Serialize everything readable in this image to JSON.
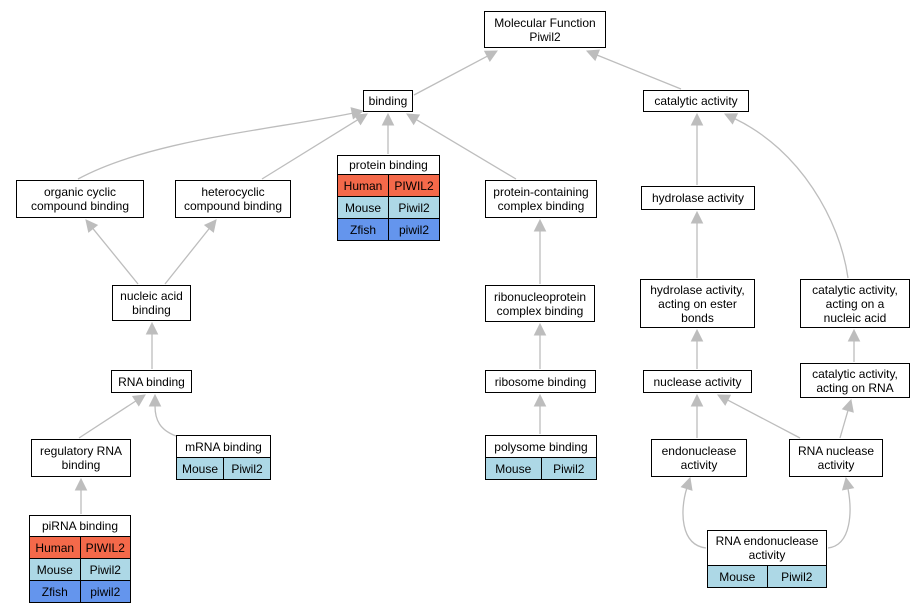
{
  "colors": {
    "edge": "#bdbdbd",
    "human": "#f4694a",
    "mouse": "#add8e6",
    "zfish": "#6495ed"
  },
  "nodes": {
    "root": {
      "lines": [
        "Molecular Function",
        "Piwil2"
      ]
    },
    "binding": {
      "lines": [
        "binding"
      ]
    },
    "catalytic": {
      "lines": [
        "catalytic activity"
      ]
    },
    "organic_cyclic": {
      "lines": [
        "organic cyclic",
        "compound binding"
      ]
    },
    "heterocyclic": {
      "lines": [
        "heterocyclic",
        "compound binding"
      ]
    },
    "protein_binding": {
      "lines": [
        "protein binding"
      ],
      "rows": [
        {
          "species": "Human",
          "gene": "PIWIL2",
          "color": "#f4694a"
        },
        {
          "species": "Mouse",
          "gene": "Piwil2",
          "color": "#add8e6"
        },
        {
          "species": "Zfish",
          "gene": "piwil2",
          "color": "#6495ed"
        }
      ]
    },
    "protein_complex": {
      "lines": [
        "protein-containing",
        "complex binding"
      ]
    },
    "hydrolase": {
      "lines": [
        "hydrolase activity"
      ]
    },
    "nucleic_acid_binding": {
      "lines": [
        "nucleic acid",
        "binding"
      ]
    },
    "ribonucleoprotein": {
      "lines": [
        "ribonucleoprotein",
        "complex binding"
      ]
    },
    "hydrolase_ester": {
      "lines": [
        "hydrolase activity,",
        "acting on ester",
        "bonds"
      ]
    },
    "catalytic_nucleic": {
      "lines": [
        "catalytic activity,",
        "acting on a",
        "nucleic acid"
      ]
    },
    "rna_binding": {
      "lines": [
        "RNA binding"
      ]
    },
    "ribosome_binding": {
      "lines": [
        "ribosome binding"
      ]
    },
    "nuclease": {
      "lines": [
        "nuclease activity"
      ]
    },
    "catalytic_rna": {
      "lines": [
        "catalytic activity,",
        "acting on RNA"
      ]
    },
    "regulatory_rna": {
      "lines": [
        "regulatory RNA",
        "binding"
      ]
    },
    "mrna_binding": {
      "lines": [
        "mRNA binding"
      ],
      "rows": [
        {
          "species": "Mouse",
          "gene": "Piwil2",
          "color": "#add8e6"
        }
      ]
    },
    "polysome_binding": {
      "lines": [
        "polysome binding"
      ],
      "rows": [
        {
          "species": "Mouse",
          "gene": "Piwil2",
          "color": "#add8e6"
        }
      ]
    },
    "endonuclease": {
      "lines": [
        "endonuclease",
        "activity"
      ]
    },
    "rna_nuclease": {
      "lines": [
        "RNA nuclease",
        "activity"
      ]
    },
    "pirna_binding": {
      "lines": [
        "piRNA binding"
      ],
      "rows": [
        {
          "species": "Human",
          "gene": "PIWIL2",
          "color": "#f4694a"
        },
        {
          "species": "Mouse",
          "gene": "Piwil2",
          "color": "#add8e6"
        },
        {
          "species": "Zfish",
          "gene": "piwil2",
          "color": "#6495ed"
        }
      ]
    },
    "rna_endonuclease": {
      "lines": [
        "RNA endonuclease",
        "activity"
      ],
      "rows": [
        {
          "species": "Mouse",
          "gene": "Piwil2",
          "color": "#add8e6"
        }
      ]
    }
  },
  "edges": [
    {
      "from": "binding",
      "to": "root"
    },
    {
      "from": "catalytic",
      "to": "root"
    },
    {
      "from": "organic_cyclic",
      "to": "binding"
    },
    {
      "from": "heterocyclic",
      "to": "binding"
    },
    {
      "from": "protein_binding",
      "to": "binding"
    },
    {
      "from": "protein_complex",
      "to": "binding"
    },
    {
      "from": "hydrolase",
      "to": "catalytic"
    },
    {
      "from": "catalytic_nucleic",
      "to": "catalytic"
    },
    {
      "from": "nucleic_acid_binding",
      "to": "organic_cyclic"
    },
    {
      "from": "nucleic_acid_binding",
      "to": "heterocyclic"
    },
    {
      "from": "ribonucleoprotein",
      "to": "protein_complex"
    },
    {
      "from": "hydrolase_ester",
      "to": "hydrolase"
    },
    {
      "from": "catalytic_rna",
      "to": "catalytic_nucleic"
    },
    {
      "from": "rna_binding",
      "to": "nucleic_acid_binding"
    },
    {
      "from": "ribosome_binding",
      "to": "ribonucleoprotein"
    },
    {
      "from": "nuclease",
      "to": "hydrolase_ester"
    },
    {
      "from": "regulatory_rna",
      "to": "rna_binding"
    },
    {
      "from": "mrna_binding",
      "to": "rna_binding"
    },
    {
      "from": "polysome_binding",
      "to": "ribosome_binding"
    },
    {
      "from": "endonuclease",
      "to": "nuclease"
    },
    {
      "from": "rna_nuclease",
      "to": "nuclease"
    },
    {
      "from": "rna_nuclease",
      "to": "catalytic_rna"
    },
    {
      "from": "pirna_binding",
      "to": "regulatory_rna"
    },
    {
      "from": "rna_endonuclease",
      "to": "endonuclease"
    },
    {
      "from": "rna_endonuclease",
      "to": "rna_nuclease"
    }
  ]
}
